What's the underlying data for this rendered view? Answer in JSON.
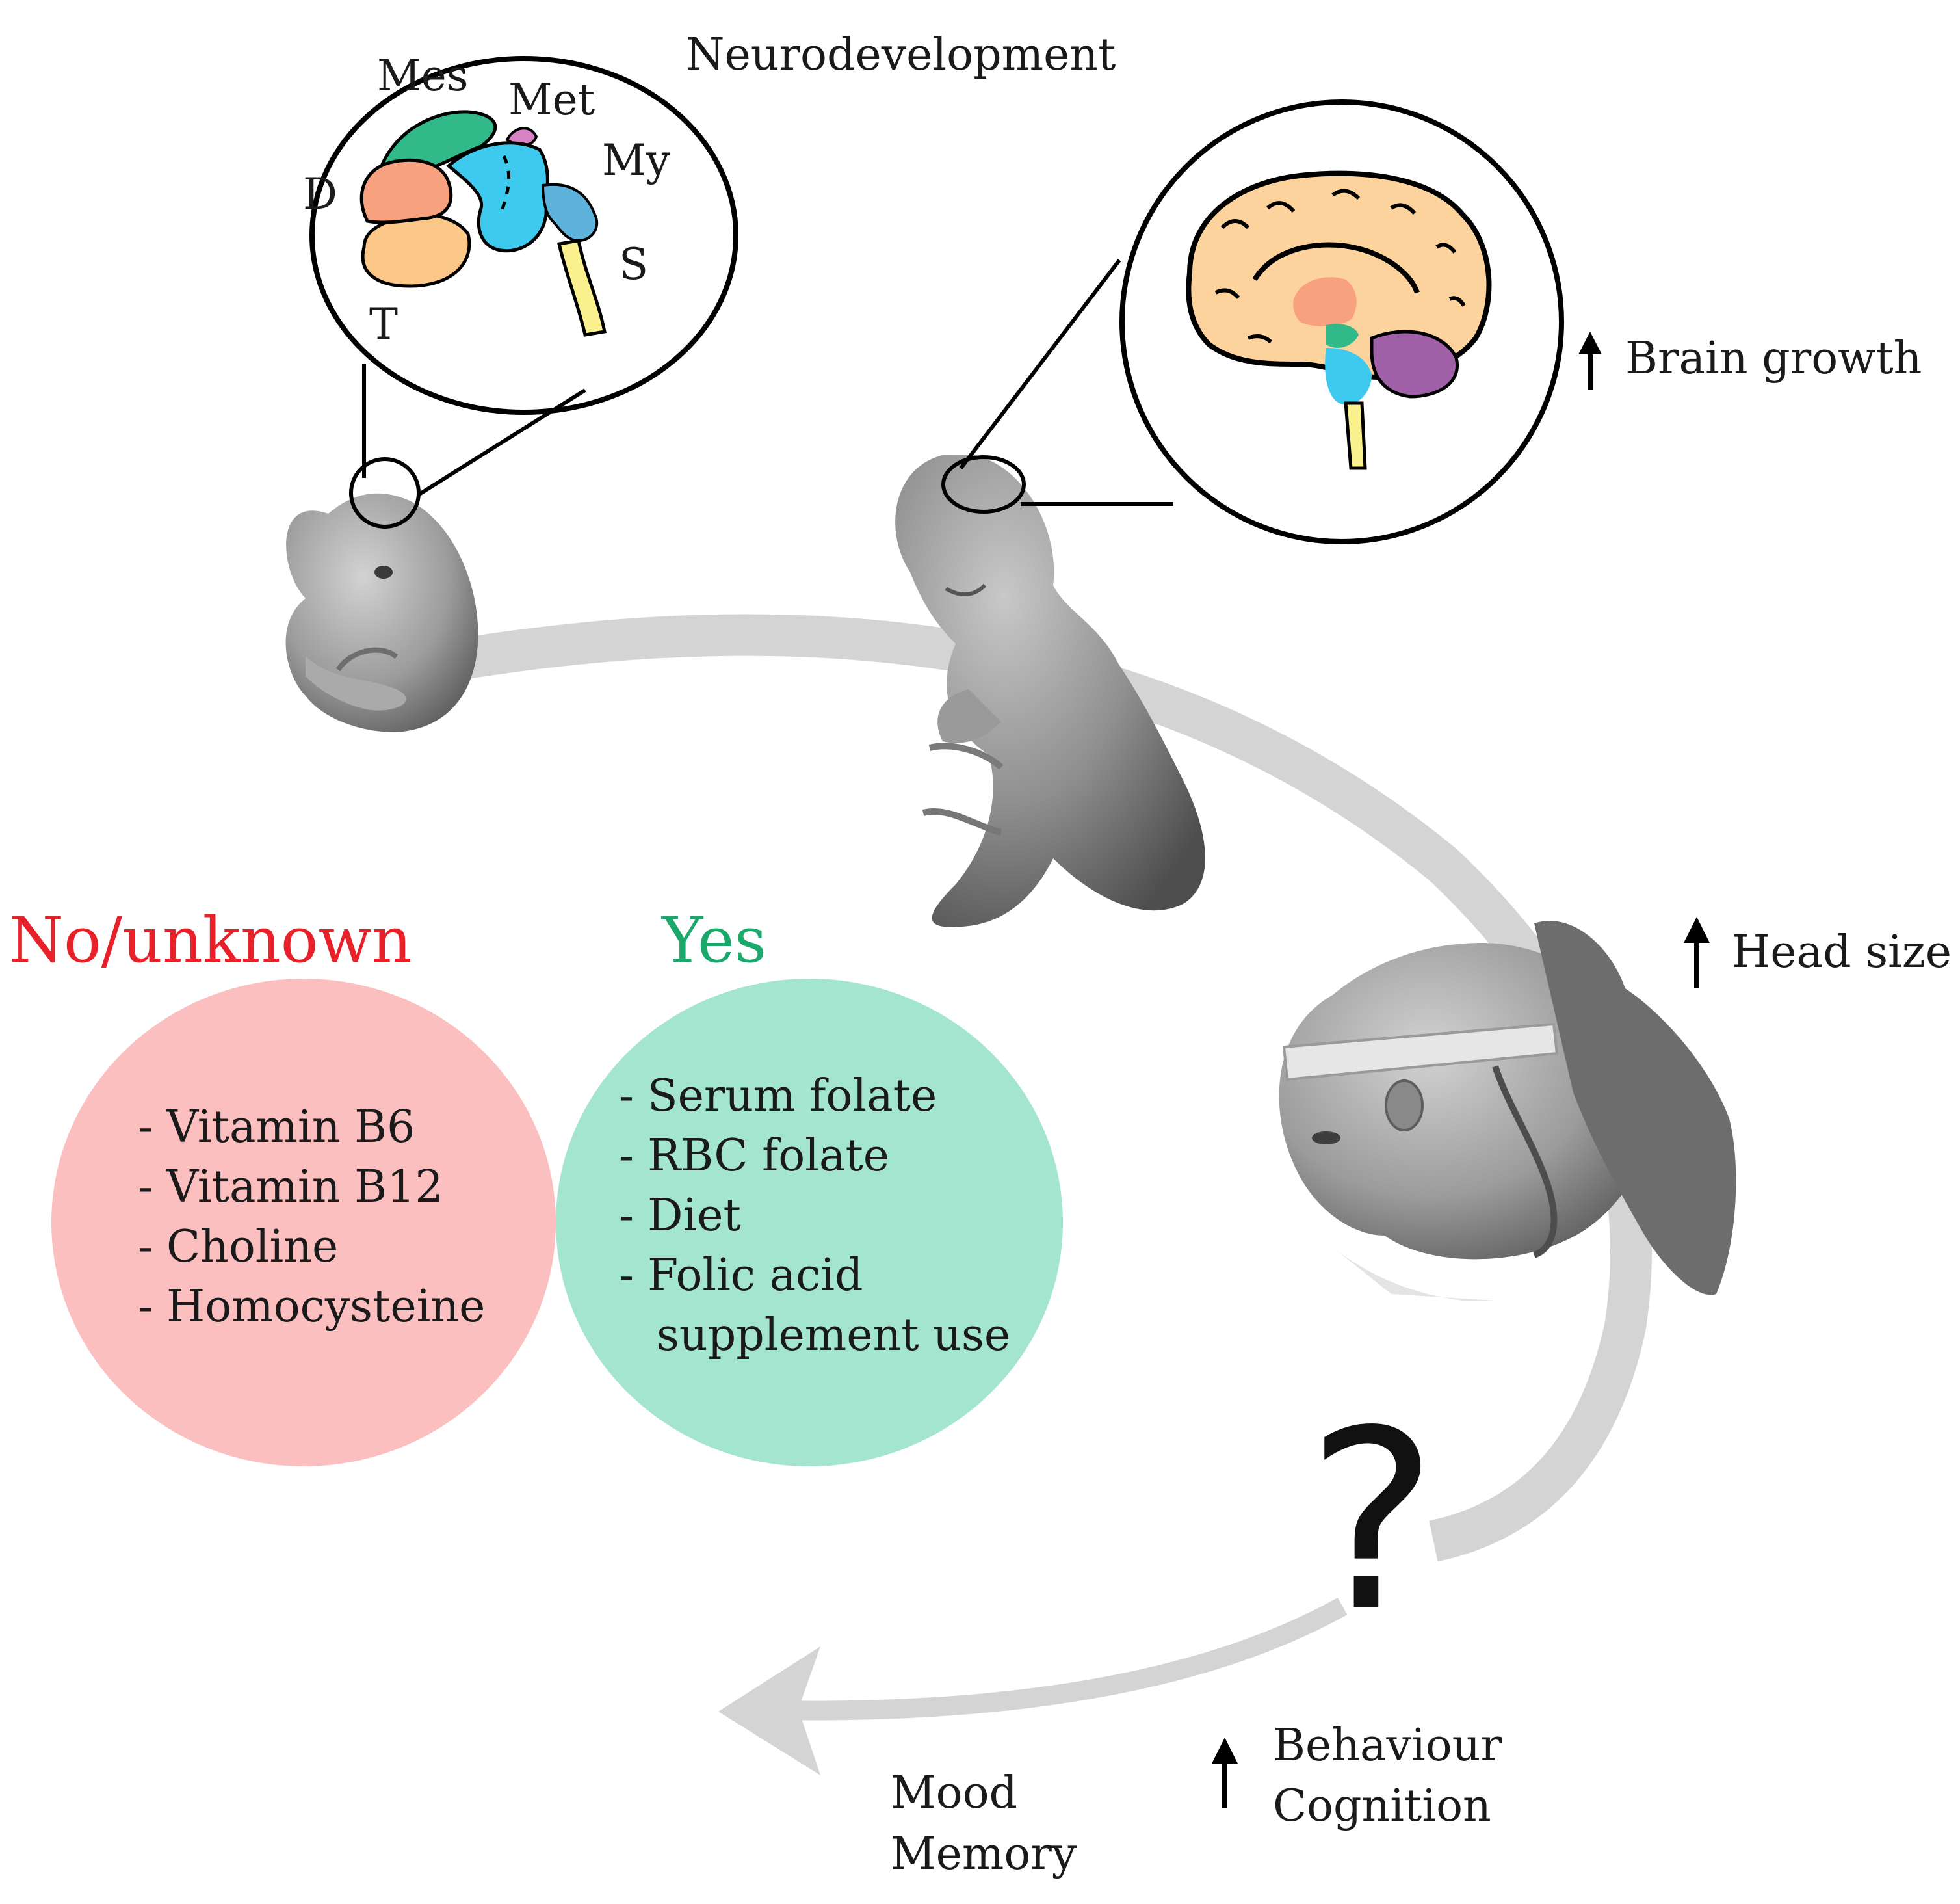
{
  "neurodevelopment": {
    "title": "Neurodevelopment",
    "regions": {
      "mes": "Mes",
      "met": "Met",
      "my": "My",
      "d": "D",
      "s": "S",
      "t": "T"
    }
  },
  "outcomes": {
    "brain_growth": "Brain growth",
    "head_size": "Head size",
    "behaviour": "Behaviour",
    "cognition": "Cognition",
    "mood": "Mood",
    "memory": "Memory",
    "question": "?"
  },
  "no_unknown": {
    "heading": "No/unknown",
    "color": "#e8202a",
    "circle_color": "#fbbfbf",
    "items": [
      "Vitamin B6",
      "Vitamin B12",
      "Choline",
      "Homocysteine"
    ]
  },
  "yes": {
    "heading": "Yes",
    "color": "#1aa86b",
    "circle_color": "#a3e5cf",
    "items": [
      "Serum folate",
      "RBC folate",
      "Diet",
      "Folic acid",
      "supplement use"
    ]
  },
  "colors": {
    "arc": "#d4d4d4",
    "embryo_brain": {
      "telencephalon": "#fbc88a",
      "diencephalon": "#f7a17e",
      "mesencephalon": "#31b98a",
      "metencephalon": "#d882c6",
      "myelencephalon": "#3ec9ee",
      "myel_lower": "#5db3dc",
      "spinal": "#faf08e"
    },
    "adult_brain": {
      "cortex": "#fcd39d",
      "thalamus": "#f7a17e",
      "midbrain": "#31b98a",
      "pons": "#3ec9ee",
      "cerebellum": "#a060a8",
      "spinal": "#faf08e"
    }
  }
}
